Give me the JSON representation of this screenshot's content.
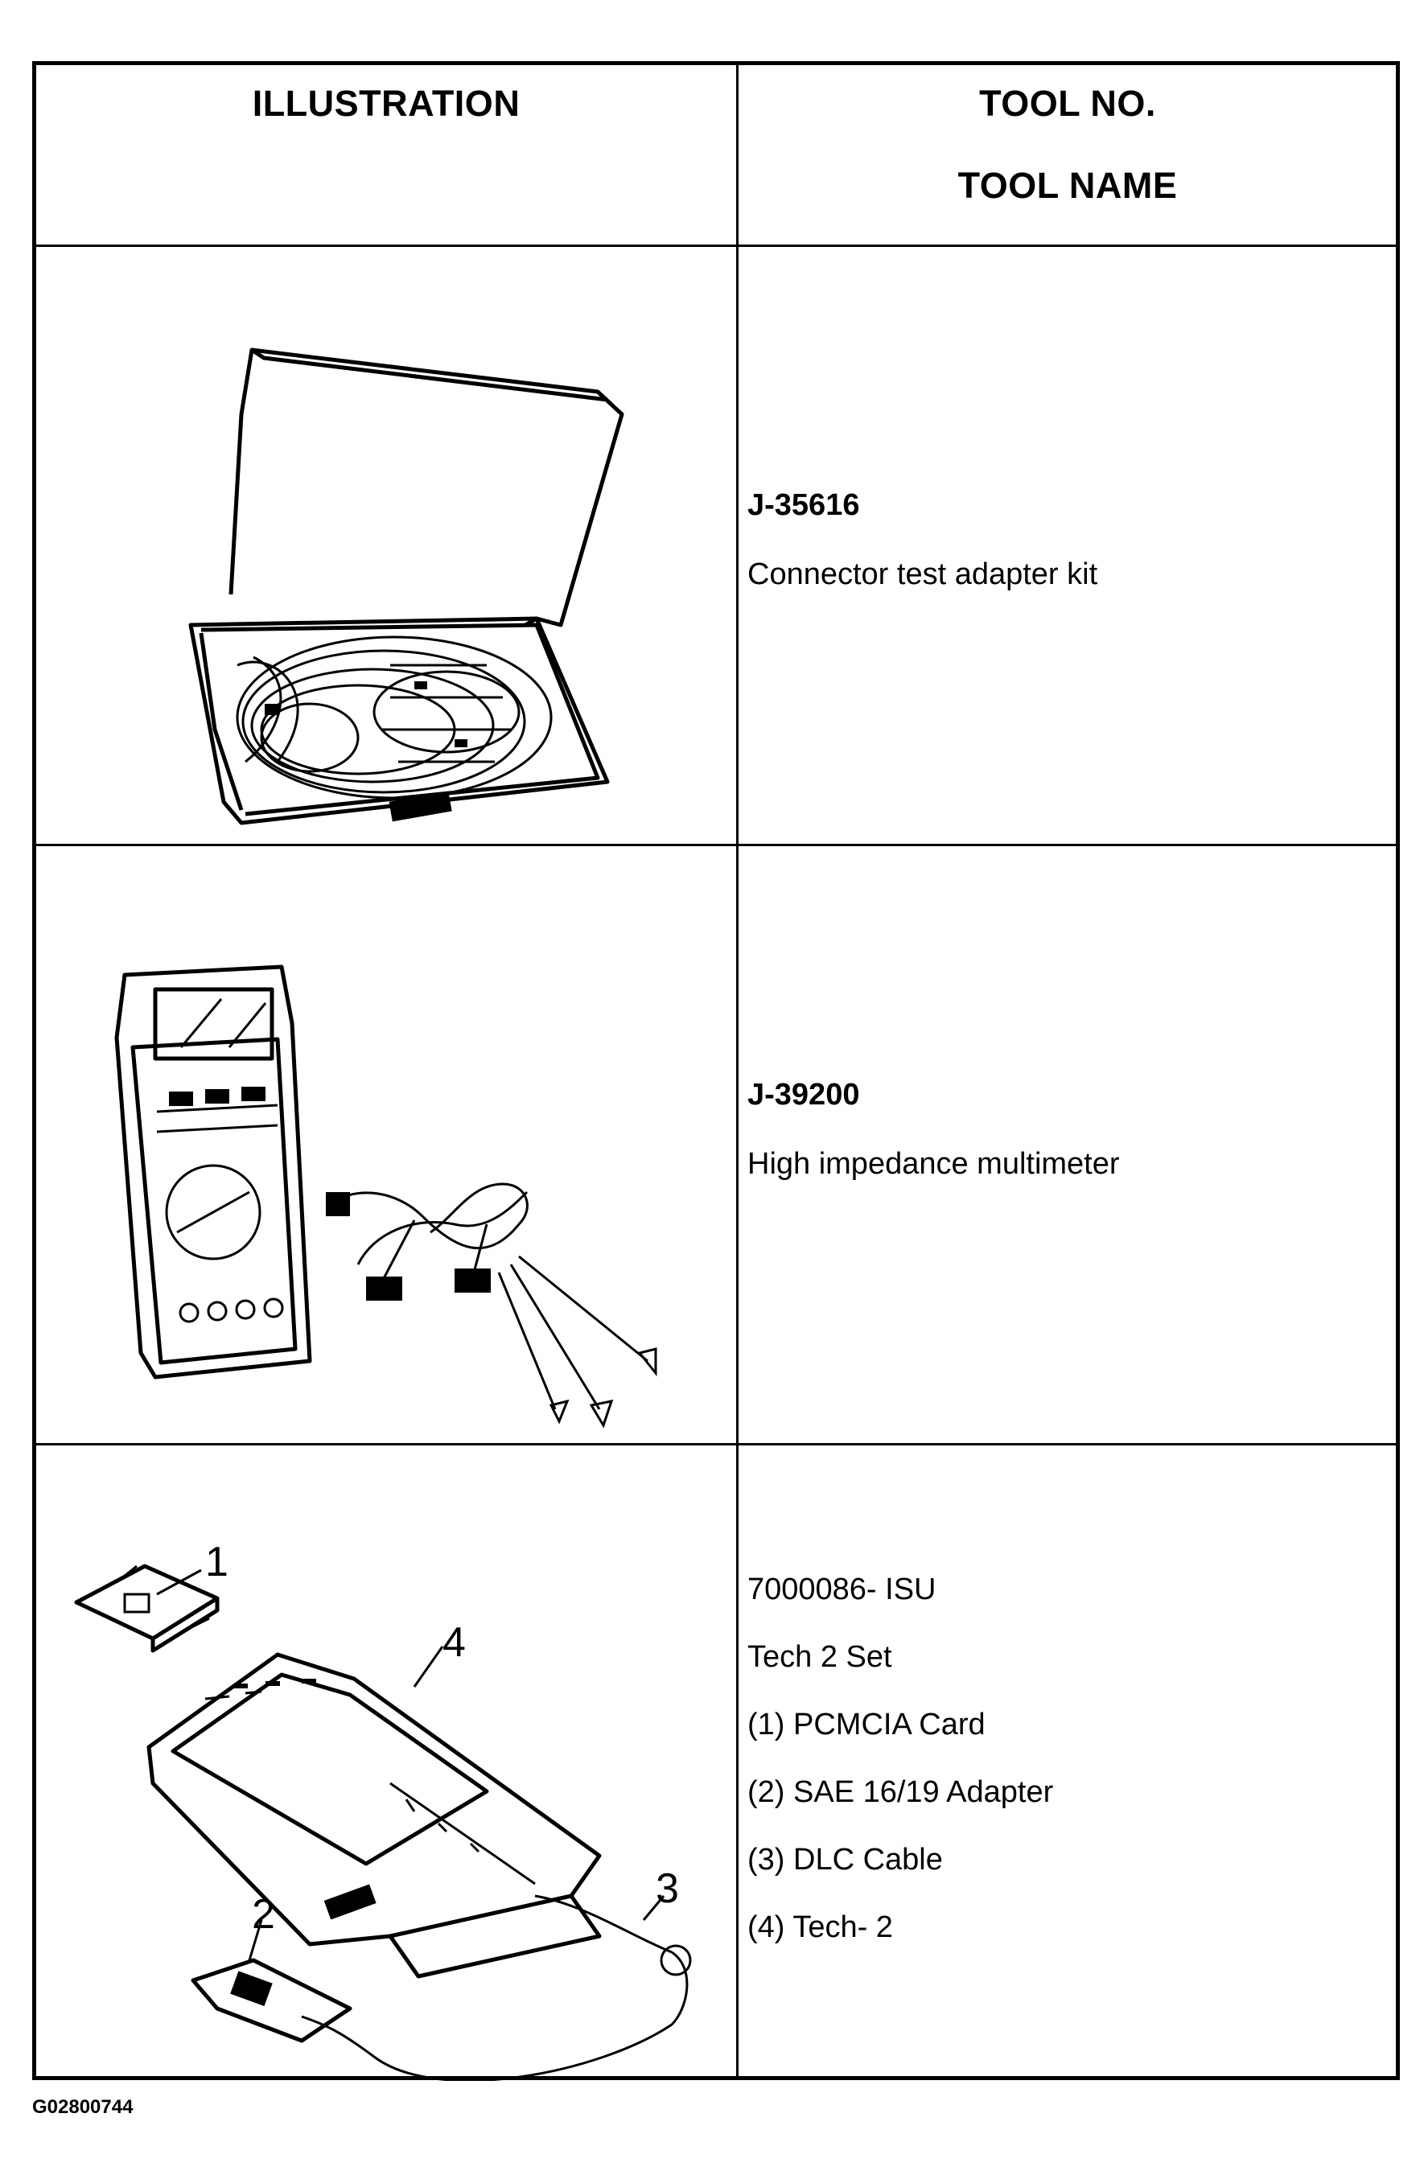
{
  "header": {
    "illustration": "ILLUSTRATION",
    "tool_no": "TOOL NO.",
    "tool_name": "TOOL NAME"
  },
  "rows": [
    {
      "tool_no": "J-35616",
      "lines": [
        "Connector test adapter kit"
      ]
    },
    {
      "tool_no": "J-39200",
      "lines": [
        "High impedance multimeter"
      ]
    },
    {
      "tool_no": "7000086- ISU",
      "lines": [
        "Tech 2 Set",
        "(1) PCMCIA Card",
        "(2) SAE 16/19 Adapter",
        "(3) DLC Cable",
        "(4) Tech- 2"
      ],
      "callouts": [
        "1",
        "2",
        "3",
        "4"
      ]
    }
  ],
  "figure_id": "G02800744"
}
